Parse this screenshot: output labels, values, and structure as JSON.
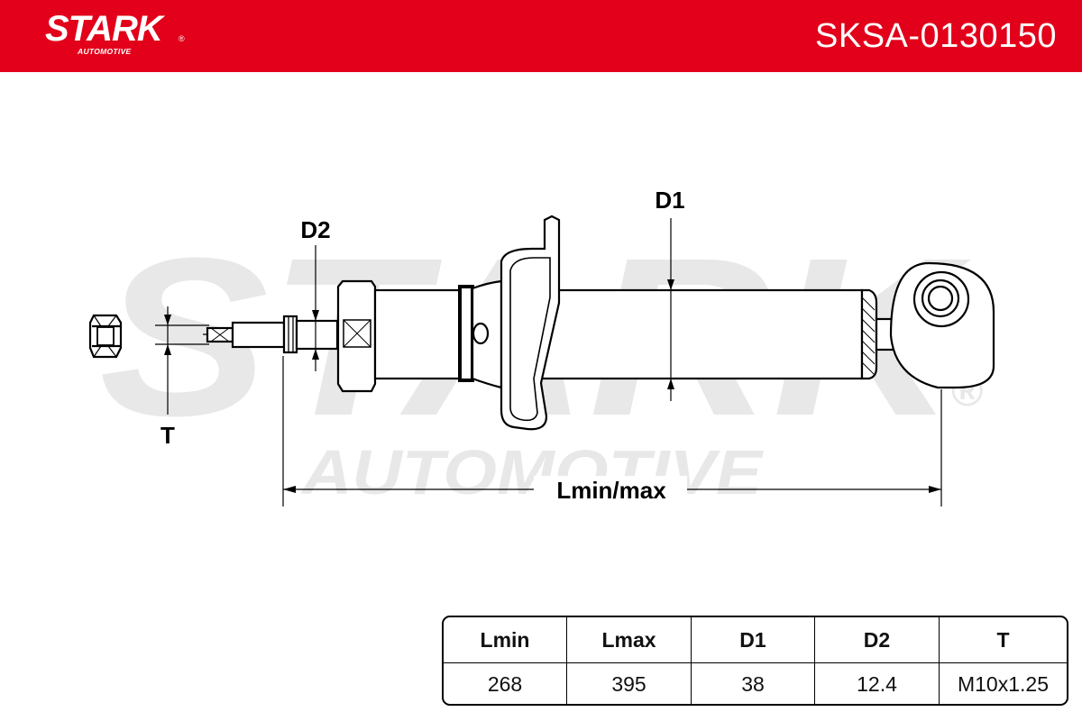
{
  "header": {
    "brand": "STARK",
    "brand_sub": "AUTOMOTIVE",
    "registered_mark": "®",
    "part_number": "SKSA-0130150",
    "background_color": "#e2001a"
  },
  "watermark": {
    "main": "STARK",
    "sub": "AUTOMOTIVE",
    "registered_mark": "®",
    "color": "#e8e8e8"
  },
  "diagram": {
    "labels": {
      "d1": "D1",
      "d2": "D2",
      "t": "T",
      "length": "Lmin/max"
    }
  },
  "spec_table": {
    "headers": [
      "Lmin",
      "Lmax",
      "D1",
      "D2",
      "T"
    ],
    "values": [
      "268",
      "395",
      "38",
      "12.4",
      "M10x1.25"
    ]
  }
}
